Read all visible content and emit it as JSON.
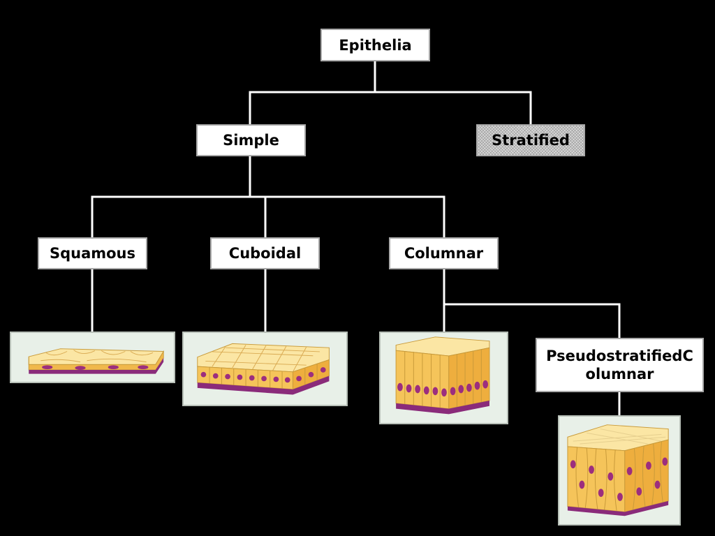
{
  "nodes": {
    "epithelia": "Epithelia",
    "simple": "Simple",
    "stratified": "Stratified",
    "squamous": "Squamous",
    "cuboidal": "Cuboidal",
    "columnar": "Columnar",
    "pseudostratified": "PseudostratifiedColumnar"
  },
  "colors": {
    "background": "#000000",
    "node_fill": "#ffffff",
    "connector": "#ffffff",
    "panel_fill": "#e8f0e8",
    "cell_fill": "#f5c45a",
    "cell_top": "#fbe6a4",
    "nucleus": "#9c2e7e",
    "basement_membrane": "#8a2b7a"
  }
}
